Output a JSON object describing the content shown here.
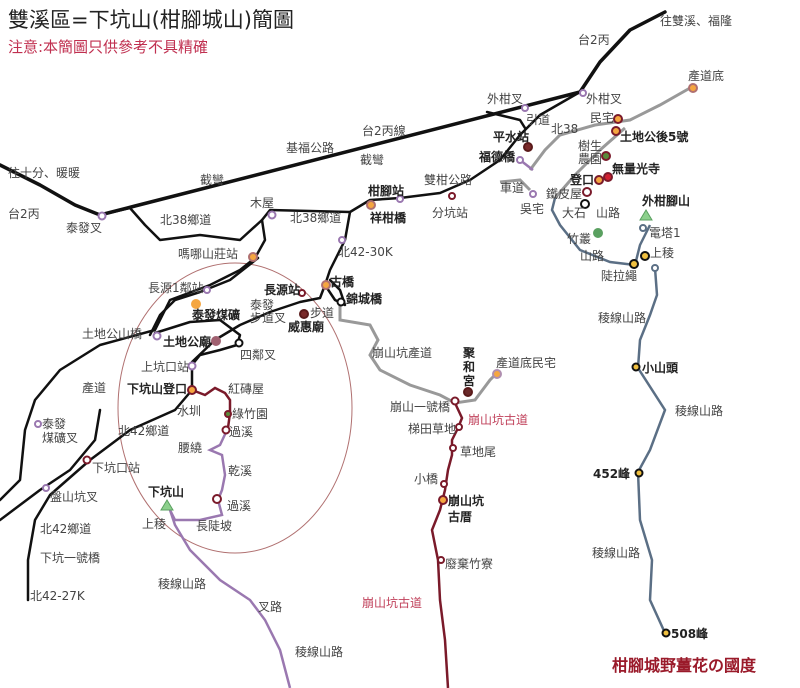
{
  "title": "雙溪區=下坑山(柑腳城山)簡圖",
  "note": "注意:本簡圖只供參考不具精確",
  "footer": "柑腳城野薑花の國度",
  "colors": {
    "road": "#111111",
    "industrial_road": "#999999",
    "trail_purple": "#9a78b0",
    "old_trail": "#7a1a2a",
    "ridge_trail": "#5b6f85",
    "highlight_circle": "#b07070",
    "note_red": "#c03050",
    "footer_red": "#9a1a2a"
  },
  "labels": [
    "往雙溪、福隆",
    "台2丙",
    "產道底",
    "外柑叉",
    "外柑叉",
    "引道",
    "北38",
    "民宅",
    "土地公後5號",
    "平水站",
    "福德橋",
    "樹生",
    "農園",
    "無量光寺",
    "登口",
    "車道",
    "鐵皮屋",
    "吳宅",
    "大石",
    "山路",
    "外柑腳山",
    "竹叢",
    "電塔1",
    "山路",
    "上稜",
    "陡拉繩",
    "台2丙線",
    "基福公路",
    "截彎",
    "往十分、暖暖",
    "截彎",
    "台2丙",
    "泰發叉",
    "木屋",
    "北38鄉道",
    "北38鄉道",
    "柑腳站",
    "祥柑橋",
    "雙柑公路",
    "分坑站",
    "北42-30K",
    "嗎哪山莊站",
    "長源1鄰站",
    "長源站",
    "古橋",
    "錦城橋",
    "泰發煤礦",
    "泰發",
    "步道叉",
    "步道",
    "威惠廟",
    "土地公山橋",
    "土地公廟",
    "四鄰叉",
    "上坑口站",
    "產道",
    "下坑山登口",
    "紅磚屋",
    "水圳",
    "綠竹園",
    "泰發",
    "煤礦叉",
    "北42鄉道",
    "過溪",
    "腰繞",
    "乾溪",
    "下坑口站",
    "下坑山",
    "過溪",
    "盤山坑叉",
    "上稜",
    "長陡坡",
    "北42鄉道",
    "下坑一號橋",
    "北42-27K",
    "稜線山路",
    "叉路",
    "稜線山路",
    "崩山坑產道",
    "聚",
    "和",
    "宮",
    "產道底民宅",
    "崩山一號橋",
    "崩山坑古道",
    "梯田草地",
    "草地尾",
    "小橋",
    "崩山坑",
    "古厝",
    "廢棄竹寮",
    "崩山坑古道",
    "稜線山路",
    "小山頭",
    "稜線山路",
    "452峰",
    "稜線山路",
    "508峰"
  ]
}
